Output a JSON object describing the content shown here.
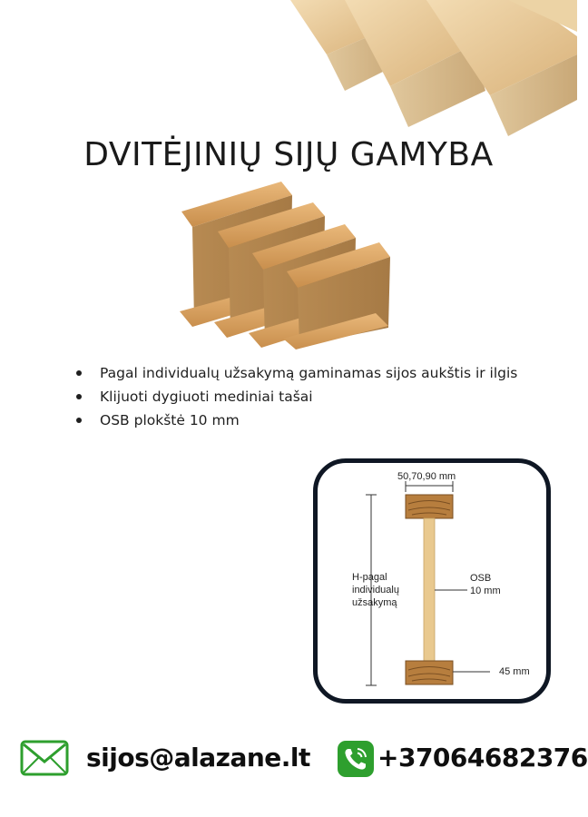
{
  "title": "DVITĖJINIŲ SIJŲ GAMYBA",
  "features": [
    "Pagal individualų užsakymą gaminamas sijos aukštis ir ilgis",
    "Klijuoti dygiuoti mediniai tašai",
    "OSB plokštė 10 mm"
  ],
  "diagram": {
    "width_label": "50,70,90 mm",
    "height_label_lines": [
      "H-pagal",
      "individualų",
      "užsakymą"
    ],
    "web_label_lines": [
      "OSB",
      "10 mm"
    ],
    "flange_label": "45 mm"
  },
  "contact": {
    "email": "sijos@alazane.lt",
    "phone": "+37064682376",
    "email_icon": "envelope-icon",
    "phone_icon": "phone-icon"
  },
  "colors": {
    "frame": "#0f1724",
    "icon_green": "#2e9f2e",
    "wood_light": "#e8c58f",
    "wood_dark": "#c8914e"
  }
}
